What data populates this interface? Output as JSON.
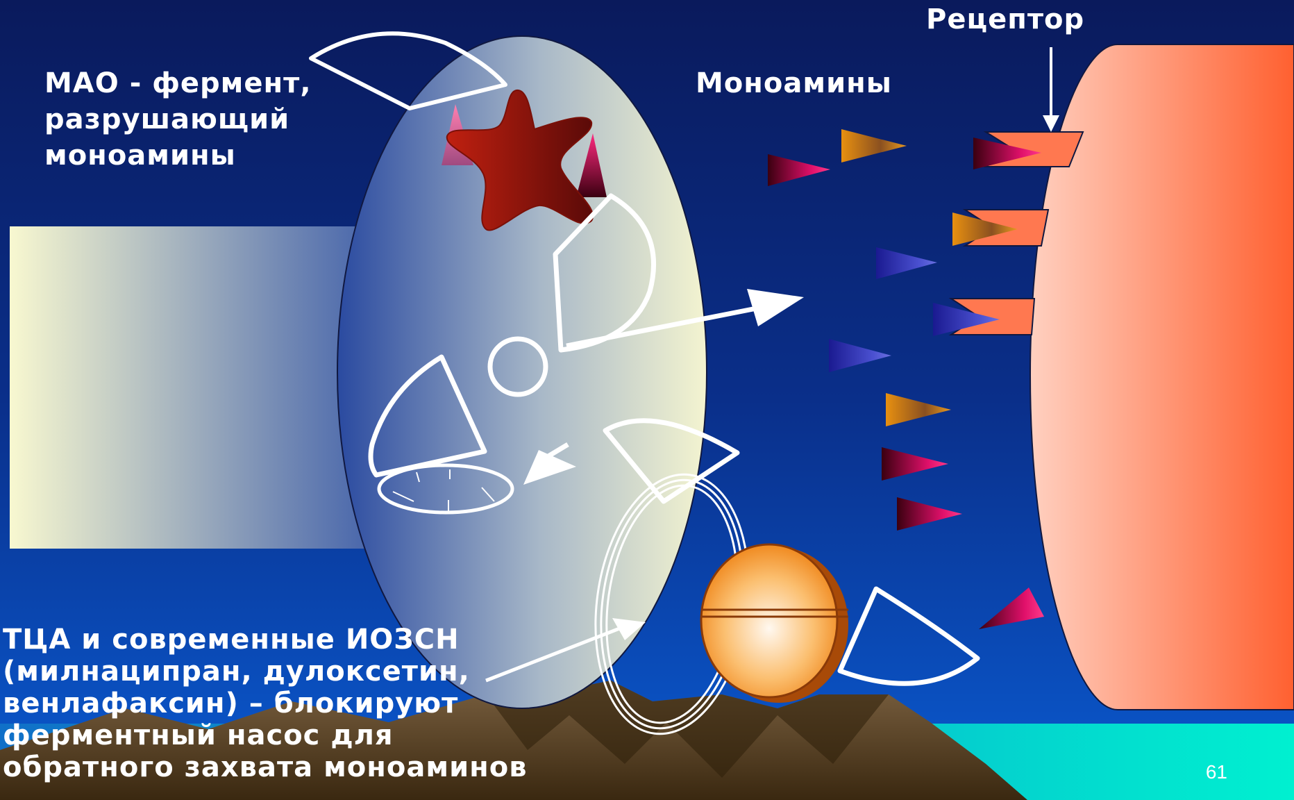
{
  "labels": {
    "mao_line1": "МАО - фермент,",
    "mao_line2": "разрушающий",
    "mao_line3": "моноамины",
    "monoamines": "Моноамины",
    "receptor": "Рецептор",
    "drugs_line1": "ТЦА и современные ИОЗСН",
    "drugs_line2": "(милнаципран, дулоксетин,",
    "drugs_line3": "венлафаксин) – блокируют",
    "drugs_line4": "ферментный насос для",
    "drugs_line5": "обратного захвата моноаминов"
  },
  "page_number": "61",
  "colors": {
    "background_top": "#0a1a5c",
    "background_bottom": "#0a55c8",
    "sea": "#00d8c8",
    "neuron_light": "#f4f4d4",
    "neuron_blue": "#2a4aa0",
    "mao_enzyme": "#9a1a10",
    "receptor_cell": "#ff6a40",
    "pill": "#f8a040",
    "monoamine_red": "#e0106a",
    "monoamine_orange": "#e88a10",
    "monoamine_blue": "#3a40c8",
    "outline": "#ffffff"
  }
}
